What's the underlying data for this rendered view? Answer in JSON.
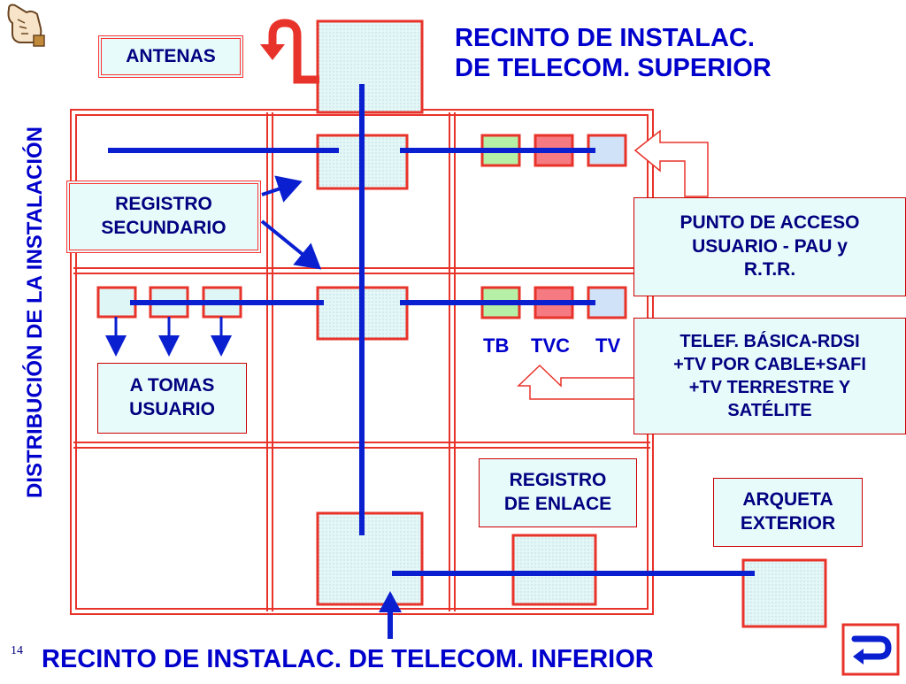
{
  "side_title": "DISTRIBUCIÓN DE LA INSTALACIÓN",
  "page_number": "14",
  "titles": {
    "top": [
      "RECINTO DE INSTALAC.",
      "DE TELECOM. SUPERIOR"
    ],
    "bottom": "RECINTO DE INSTALAC. DE TELECOM. INFERIOR"
  },
  "labels": {
    "antenas": "ANTENAS",
    "registro_secundario": [
      "REGISTRO",
      "SECUNDARIO"
    ],
    "a_tomas_usuario": [
      "A TOMAS",
      "USUARIO"
    ],
    "pau": [
      "PUNTO DE ACCESO",
      "USUARIO - PAU y",
      "R.T.R."
    ],
    "servicios": [
      "TELEF. BÁSICA-RDSI",
      "+TV POR CABLE+SAFI",
      "+TV TERRESTRE Y",
      "SATÉLITE"
    ],
    "registro_enlace": [
      "REGISTRO",
      "DE ENLACE"
    ],
    "arqueta_exterior": [
      "ARQUETA",
      "EXTERIOR"
    ]
  },
  "services": {
    "tb": "TB",
    "tvc": "TVC",
    "tv": "TV"
  },
  "icons": {
    "pointing_hand": "hand-pointing-icon",
    "return": "return-arrow-icon"
  },
  "colors": {
    "frame_red": "#e8332a",
    "riser_blue": "#0a1fd0",
    "box_fill": "#dff6f6",
    "label_fill": "#e8fbfb",
    "tb_fill": "#b6f0a6",
    "tvc_fill": "#f57a82",
    "tv_fill": "#cfe2f7",
    "title_blue": "#0000cc"
  }
}
